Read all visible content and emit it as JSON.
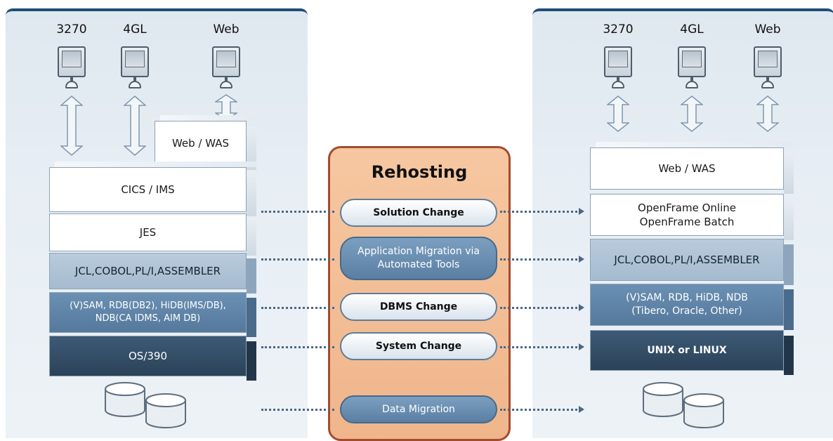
{
  "legacy": {
    "terminals": [
      "3270",
      "4GL",
      "Web"
    ],
    "web_was": "Web / WAS",
    "cics_ims": "CICS / IMS",
    "jes": "JES",
    "languages": "JCL,COBOL,PL/I,ASSEMBLER",
    "db_line1": "(V)SAM,  RDB(DB2), HiDB(IMS/DB),",
    "db_line2": "NDB(CA IDMS, AIM DB)",
    "os": "OS/390"
  },
  "rehosting": {
    "title": "Rehosting",
    "solution_change": "Solution Change",
    "app_migration_line1": "Application Migration",
    "app_migration_line2": "via Automated Tools",
    "dbms_change": "DBMS Change",
    "system_change": "System Change",
    "data_migration": "Data Migration"
  },
  "target": {
    "terminals": [
      "3270",
      "4GL",
      "Web"
    ],
    "web_was": "Web / WAS",
    "openframe_online": "OpenFrame Online",
    "openframe_batch": "OpenFrame Batch",
    "languages": "JCL,COBOL,PL/I,ASSEMBLER",
    "db_line1": "(V)SAM, RDB, HiDB, NDB",
    "db_line2": "(Tibero, Oracle, Other)",
    "os": "UNIX or LINUX"
  },
  "colors": {
    "panel_border": "#1f4e79",
    "rehost_fill": "#f3bd94",
    "rehost_border": "#a54a2e",
    "dark_layer": "#2f4a62",
    "medium_layer": "#5e84a8",
    "light_layer": "#adc1d5"
  },
  "icons": [
    "terminal-icon",
    "double-arrow-icon",
    "database-icon"
  ]
}
